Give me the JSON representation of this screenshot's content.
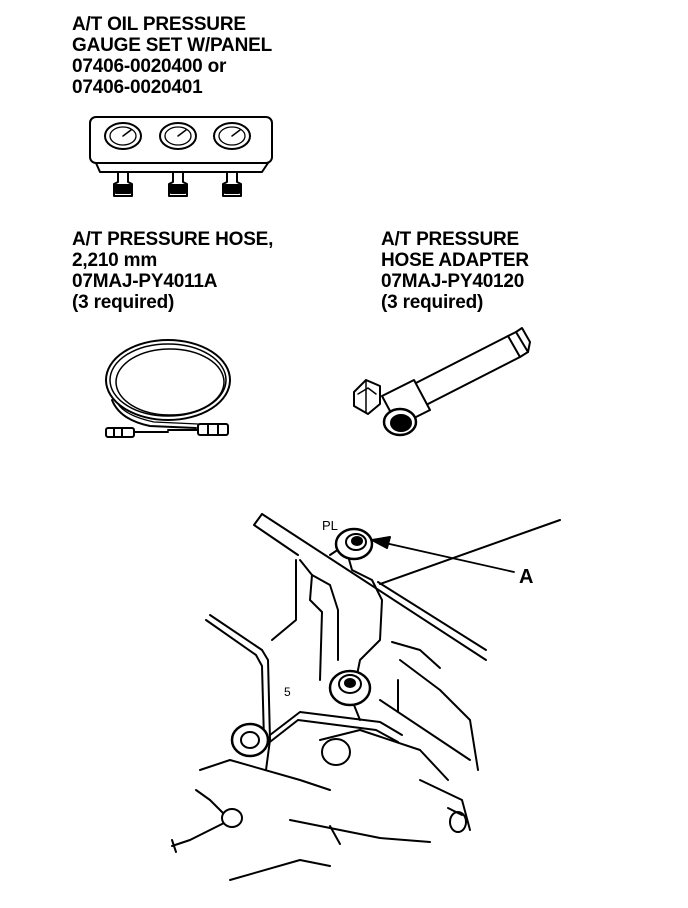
{
  "tools": {
    "gauge": {
      "line1": "A/T OIL PRESSURE",
      "line2": "GAUGE SET W/PANEL",
      "line3": "07406-0020400 or",
      "line4": "07406-0020401"
    },
    "hose": {
      "line1": "A/T PRESSURE HOSE,",
      "line2": "2,210 mm",
      "line3": "07MAJ-PY4011A",
      "line4": "(3 required)"
    },
    "adapter": {
      "line1": "A/T PRESSURE",
      "line2": "HOSE ADAPTER",
      "line3": "07MAJ-PY40120",
      "line4": "(3 required)"
    }
  },
  "engine_diagram": {
    "callout": "A",
    "port_label": "PL"
  }
}
